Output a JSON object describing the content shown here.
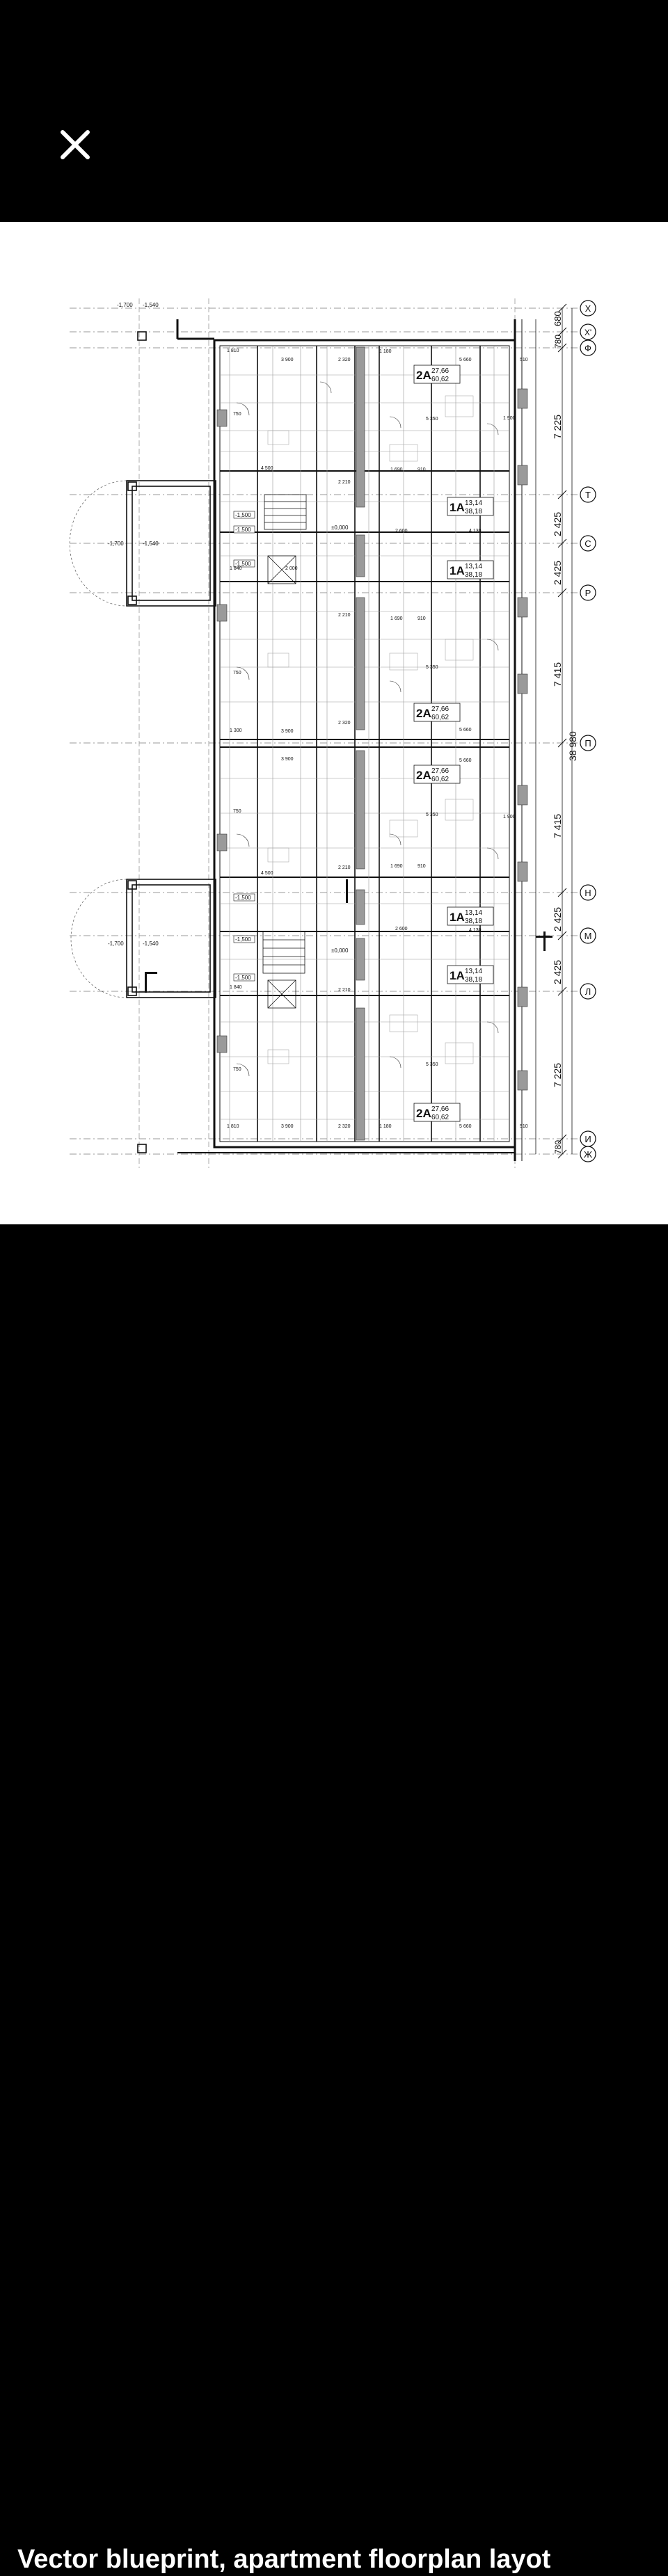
{
  "viewer": {
    "close_icon": "close-icon",
    "caption": "Vector blueprint, apartment floorplan layot"
  },
  "blueprint": {
    "axis_labels": [
      "Х",
      "Х'",
      "Ф",
      "Т",
      "С",
      "Р",
      "П",
      "Н",
      "М",
      "Л",
      "И",
      "Ж"
    ],
    "right_dims": [
      "680",
      "780",
      "7 225",
      "2 425",
      "2 425",
      "7 415",
      "38 980",
      "7 415",
      "2 425",
      "2 425",
      "7 225",
      "780"
    ],
    "apartment_tags": [
      {
        "type": "2A",
        "area1": "27,66",
        "area2": "60,62"
      },
      {
        "type": "1A",
        "area1": "13,14",
        "area2": "38,18"
      },
      {
        "type": "1A",
        "area1": "13,14",
        "area2": "38,18"
      },
      {
        "type": "2A",
        "area1": "27,66",
        "area2": "60,62"
      },
      {
        "type": "2A",
        "area1": "27,66",
        "area2": "60,62"
      },
      {
        "type": "1A",
        "area1": "13,14",
        "area2": "38,18"
      },
      {
        "type": "1A",
        "area1": "13,14",
        "area2": "38,18"
      },
      {
        "type": "2A",
        "area1": "27,66",
        "area2": "60,62"
      }
    ],
    "levels": {
      "top_left_a": "-1,700",
      "top_left_b": "-1,540",
      "porch1_a": "-1,700",
      "porch1_b": "-1,540",
      "porch2_a": "-1,700",
      "porch2_b": "-1,540",
      "landing1": "-1,500",
      "landing2": "-1,500",
      "landing3": "-1,500",
      "landing4": "-1,500",
      "landing5": "-1,500",
      "landing6": "-1,500",
      "zero1": "±0,000",
      "zero2": "±0,000"
    },
    "dims": {
      "d3900": "3 900",
      "d5660": "5 660",
      "d5350": "5 350",
      "d4500": "4 500",
      "d2210": "2 210",
      "d1690": "1 690",
      "d4130": "4 130",
      "d2600": "2 600",
      "d1900": "1 900",
      "d1300": "1 300",
      "d910": "910",
      "d750": "750",
      "d2320": "2 320",
      "d1810": "1 810",
      "d1840": "1 840",
      "d2000": "2 000",
      "d1180": "1 180",
      "d510": "510"
    }
  }
}
